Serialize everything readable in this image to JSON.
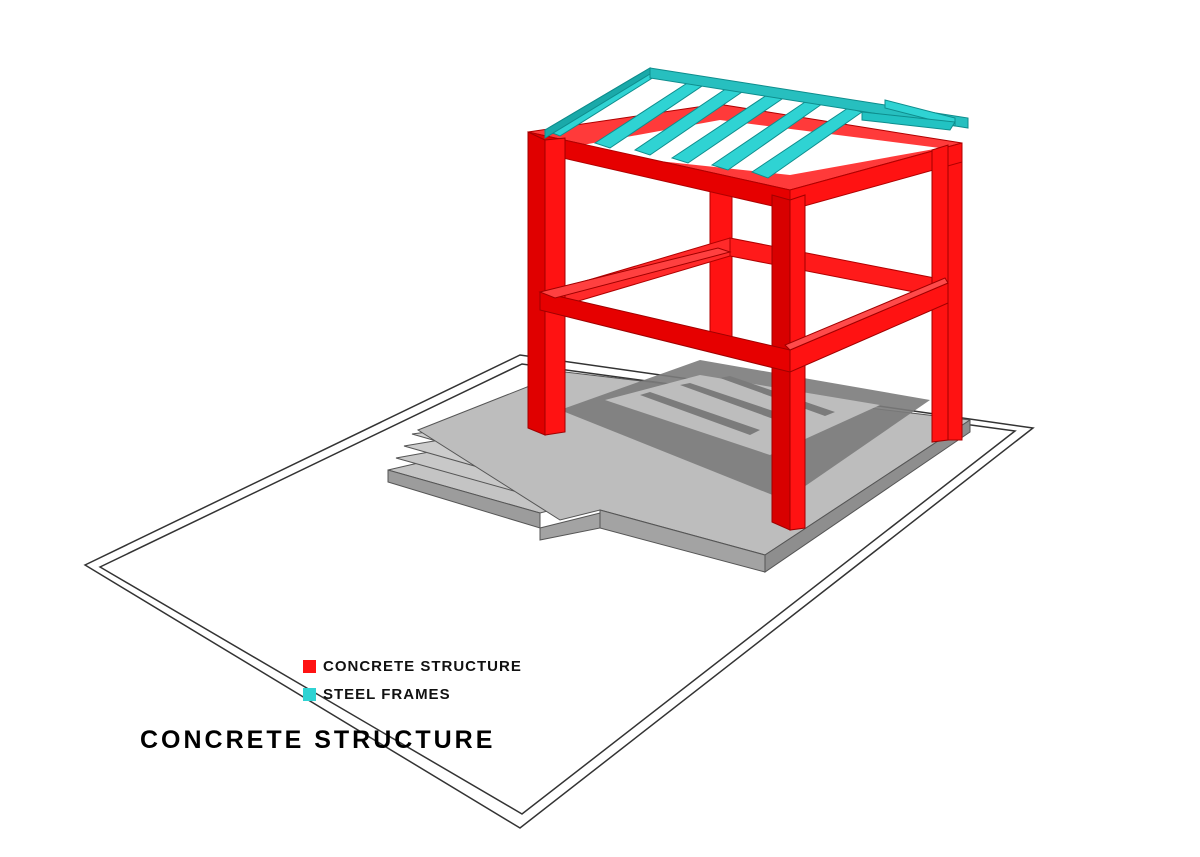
{
  "colors": {
    "concrete": "#ff1212",
    "concrete_dark": "#d90000",
    "concrete_light": "#ff3a3a",
    "steel": "#2fd3d3",
    "steel_dark": "#17a8a8",
    "base_top": "#bdbdbd",
    "base_side": "#9a9a9a",
    "shadow": "#7a7a7a"
  },
  "legend": {
    "items": [
      {
        "label": "CONCRETE STRUCTURE",
        "color": "#ff1212"
      },
      {
        "label": "STEEL FRAMES",
        "color": "#2fd3d3"
      }
    ]
  },
  "title": "CONCRETE STRUCTURE"
}
